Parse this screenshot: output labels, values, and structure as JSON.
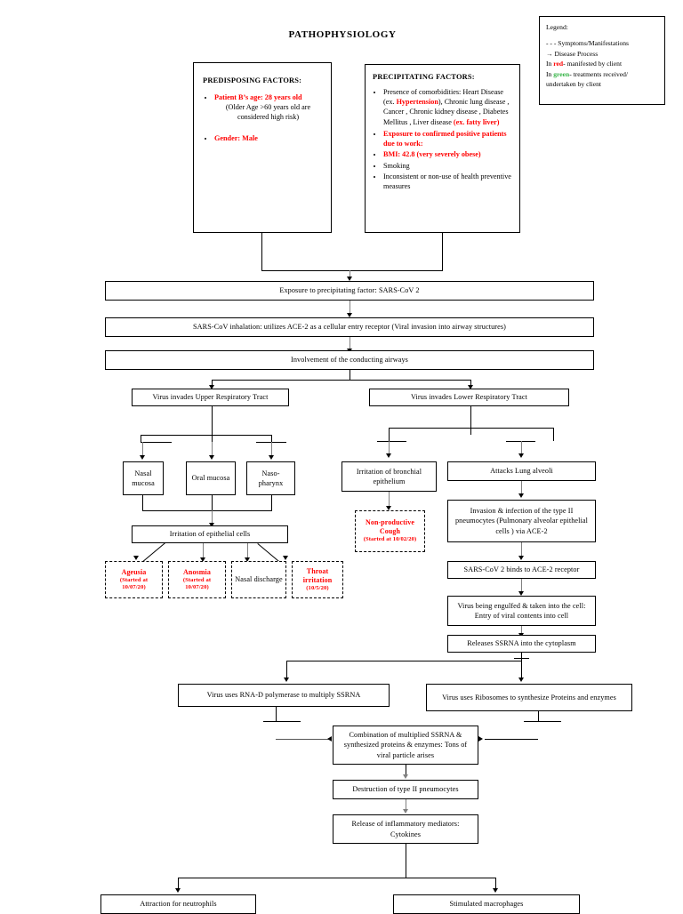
{
  "page": {
    "title": "PATHOPHYSIOLOGY"
  },
  "legend": {
    "heading": "Legend:",
    "rows": [
      "- - -  Symptoms/Manifestations",
      "→   Disease Process"
    ],
    "red_prefix": "In ",
    "red_word": "red",
    "red_suffix": "- manifested by client",
    "green_prefix": "In ",
    "green_word": "green",
    "green_suffix": "- treatments received/",
    "green_line2": "undertaken by client"
  },
  "predisposing": {
    "heading": "PREDISPOSING FACTORS:",
    "items": [
      {
        "text": "Patient B’s age: 28 years old",
        "color": "red",
        "sub": "(Older Age >60 years old are considered high risk)"
      },
      {
        "text": "Gender: Male",
        "color": "red",
        "sub": ""
      }
    ]
  },
  "precipitating": {
    "heading": "PRECIPITATING FACTORS:",
    "items": [
      {
        "lead": "Presence of comorbidities:",
        "line1": "Heart Disease (ex. ",
        "red1": "Hypertension",
        "line2": "), Chronic lung disease , Cancer , Chronic kidney disease , Diabetes Mellitus , Liver disease ",
        "red2": "(ex. fatty liver)",
        "color": "black"
      },
      {
        "text": "Exposure to confirmed positive patients due to work:",
        "color": "red"
      },
      {
        "text": "BMI: 42.8 (very severely obese)",
        "color": "red"
      },
      {
        "text": "Smoking",
        "color": "black"
      },
      {
        "text": "Inconsistent or non-use of health preventive measures",
        "color": "black"
      }
    ]
  },
  "flow": {
    "exposure": "Exposure to precipitating factor: SARS-CoV 2",
    "inhalation": "SARS-CoV inhalation: utilizes ACE-2 as a cellular entry receptor (Viral invasion into airway structures)",
    "conducting": "Involvement of the conducting airways",
    "upper_tract": "Virus invades Upper Respiratory Tract",
    "lower_tract": "Virus invades Lower Respiratory Tract",
    "nasal_mucosa": "Nasal mucosa",
    "oral_mucosa": "Oral mucosa",
    "nasopharynx": "Naso- pharynx",
    "bronchial": "Irritation of bronchial epithelium",
    "alveoli": "Attacks Lung alveoli",
    "epithelial": "Irritation of epithelial cells",
    "invasion": "Invasion & infection of the type II pneumocytes (Pulmonary alveolar epithelial cells ) via ACE-2",
    "binds": "SARS-CoV 2 binds to ACE-2 receptor",
    "engulfed": "Virus being engulfed & taken into the cell: Entry of viral contents into cell",
    "releases": "Releases SSRNA into the cytoplasm",
    "polymerase": "Virus uses RNA-D polymerase to multiply SSRNA",
    "ribosomes": "Virus uses Ribosomes to synthesize Proteins and enzymes",
    "combination": "Combination of multiplied SSRNA & synthesized proteins & enzymes: Tons of viral particle arises",
    "destruction": "Destruction of type II pneumocytes",
    "cytokines": "Release of inflammatory mediators: Cytokines",
    "neutrophils": "Attraction for neutrophils",
    "macrophages": "Stimulated macrophages"
  },
  "symptoms": [
    {
      "name": "Ageusia",
      "date": "(Started at 10/07/20)",
      "color": "red"
    },
    {
      "name": "Anosmia",
      "date": "(Started at 10/07/20)",
      "color": "red"
    },
    {
      "name": "Nasal discharge",
      "date": "",
      "color": "black"
    },
    {
      "name": "Throat irritation",
      "date": "(10/5/20)",
      "color": "red"
    }
  ],
  "cough": {
    "name": "Non-productive Cough",
    "date": "(Started at 10/02/20)",
    "color": "red"
  },
  "colors": {
    "red": "#FF0000",
    "green": "#39B54A",
    "line": "#000000",
    "gray_line": "#808080",
    "background": "#FFFFFF"
  }
}
